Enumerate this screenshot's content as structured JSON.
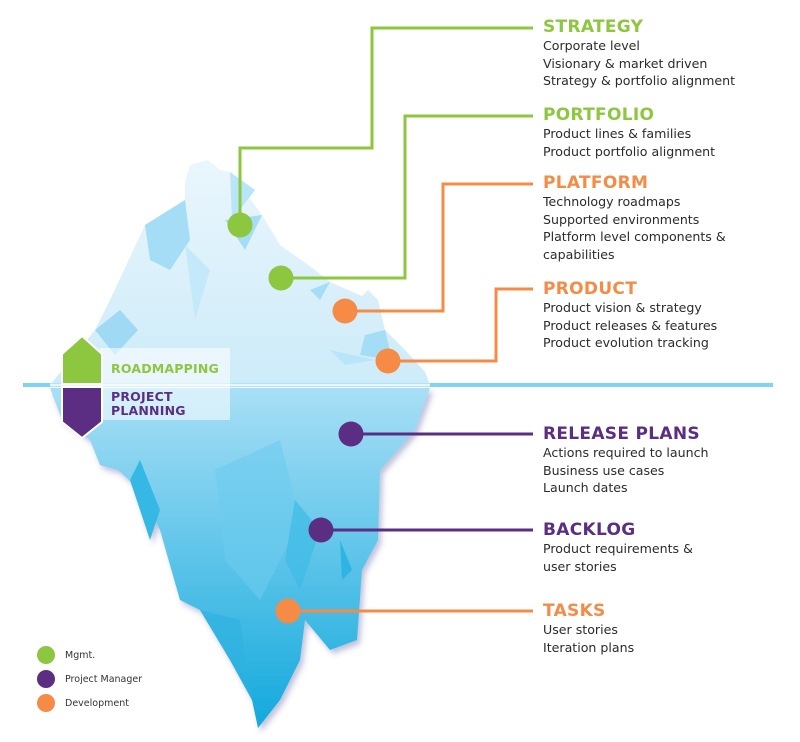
{
  "colors": {
    "mgmt": "#8dc63f",
    "project_manager": "#5b2e83",
    "development": "#f68b45",
    "waterline": "#7fd3f5",
    "ice_top": "#dff1fb",
    "ice_bottom": "#1aaede"
  },
  "tags": {
    "roadmapping": "ROADMAPPING",
    "project_planning_line1": "PROJECT",
    "project_planning_line2": "PLANNING"
  },
  "sections": [
    {
      "id": "strategy",
      "title": "STRATEGY",
      "role": "mgmt",
      "lines": [
        "Corporate level",
        "Visionary & market driven",
        "Strategy & portfolio alignment"
      ]
    },
    {
      "id": "portfolio",
      "title": "PORTFOLIO",
      "role": "mgmt",
      "lines": [
        "Product lines & families",
        "Product portfolio alignment"
      ]
    },
    {
      "id": "platform",
      "title": "PLATFORM",
      "role": "development",
      "lines": [
        "Technology roadmaps",
        "Supported environments",
        "Platform level components &",
        "capabilities"
      ]
    },
    {
      "id": "product",
      "title": "PRODUCT",
      "role": "development",
      "lines": [
        "Product vision & strategy",
        "Product releases & features",
        "Product evolution tracking"
      ]
    },
    {
      "id": "release_plans",
      "title": "RELEASE PLANS",
      "role": "project_manager",
      "lines": [
        "Actions required to launch",
        "Business use cases",
        "Launch dates"
      ]
    },
    {
      "id": "backlog",
      "title": "BACKLOG",
      "role": "project_manager",
      "lines": [
        "Product requirements &",
        "user stories"
      ]
    },
    {
      "id": "tasks",
      "title": "TASKS",
      "role": "development",
      "lines": [
        "User stories",
        "Iteration plans"
      ]
    }
  ],
  "legend": [
    {
      "label": "Mgmt.",
      "role": "mgmt"
    },
    {
      "label": "Project Manager",
      "role": "project_manager"
    },
    {
      "label": "Development",
      "role": "development"
    }
  ]
}
